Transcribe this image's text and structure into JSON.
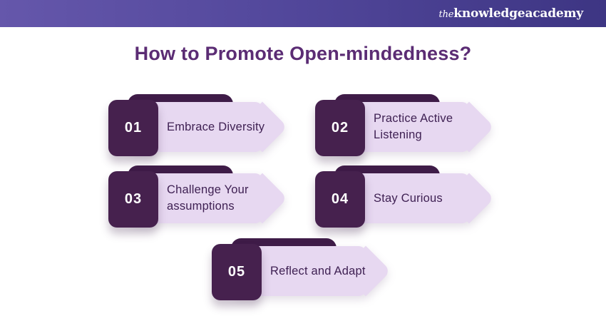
{
  "header": {
    "logo": {
      "prefix": "the",
      "middle": "knowledge",
      "suffix": "academy"
    }
  },
  "title": "How to Promote Open-mindedness?",
  "items": [
    {
      "number": "01",
      "label": "Embrace Diversity"
    },
    {
      "number": "02",
      "label": "Practice Active\nListening"
    },
    {
      "number": "03",
      "label": "Challenge Your\nassumptions"
    },
    {
      "number": "04",
      "label": "Stay Curious"
    },
    {
      "number": "05",
      "label": "Reflect and Adapt"
    }
  ],
  "colors": {
    "header_gradient_left": "#6557ab",
    "header_gradient_right": "#3d3583",
    "title": "#5b2c74",
    "number_badge_bg": "#46214e",
    "back_shape_bg": "#3f1c48",
    "arrow_bg": "#e7d8f1",
    "label_text": "#3f2153",
    "logo_text": "#ffffff"
  }
}
